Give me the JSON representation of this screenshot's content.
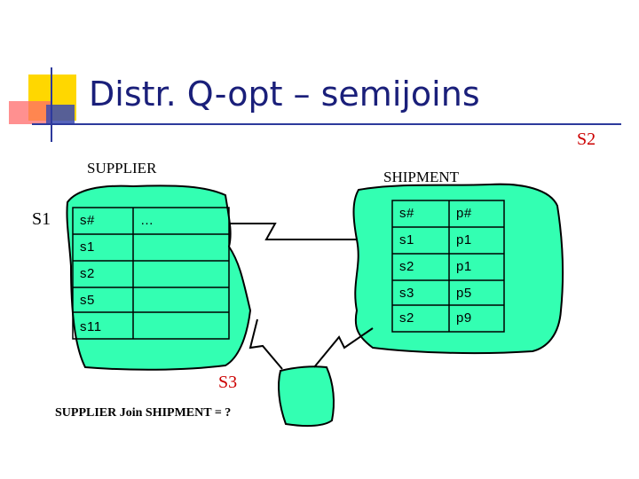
{
  "title": "Distr. Q-opt – semijoins",
  "sites": {
    "s1": "S1",
    "s2": "S2",
    "s3": "S3"
  },
  "colors": {
    "blob": "#33ffb2",
    "title": "#1a1f7a",
    "site_label": "#cc0000",
    "logo_yellow": "#ffd700",
    "logo_red": "#ff6b6b",
    "logo_blue": "#2d3a9c"
  },
  "supplier": {
    "name": "SUPPLIER",
    "header": [
      "s#",
      "…"
    ],
    "rows": [
      [
        "s1",
        ""
      ],
      [
        "s2",
        ""
      ],
      [
        "s5",
        ""
      ],
      [
        "s11",
        ""
      ]
    ]
  },
  "shipment": {
    "name": "SHIPMENT",
    "header": [
      "s#",
      "p#"
    ],
    "rows": [
      [
        "s1",
        "p1"
      ],
      [
        "s2",
        "p1"
      ],
      [
        "s3",
        "p5"
      ],
      [
        "s2",
        "p9"
      ]
    ]
  },
  "query": "SUPPLIER Join SHIPMENT = ?"
}
